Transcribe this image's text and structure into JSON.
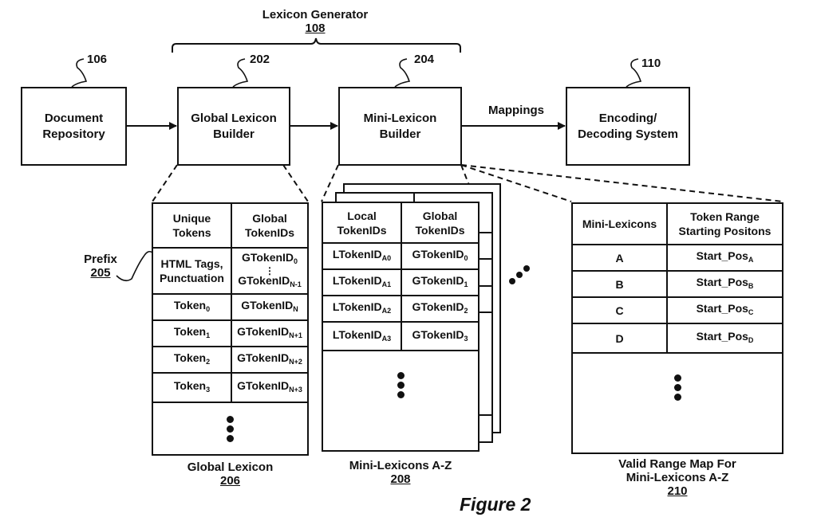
{
  "figure": {
    "caption": "Figure 2",
    "group": {
      "title": "Lexicon Generator",
      "ref": "108"
    },
    "blocks": {
      "document_repository": {
        "line1": "Document",
        "line2": "Repository",
        "ref": "106"
      },
      "global_lexicon_builder": {
        "line1": "Global Lexicon",
        "line2": "Builder",
        "ref": "202"
      },
      "mini_lexicon_builder": {
        "line1": "Mini-Lexicon",
        "line2": "Builder",
        "ref": "204"
      },
      "encoding_decoding_system": {
        "line1": "Encoding/",
        "line2": "Decoding System",
        "ref": "110"
      }
    },
    "arrows": {
      "mappings_label": "Mappings"
    },
    "prefix": {
      "label": "Prefix",
      "ref": "205"
    },
    "global_lexicon": {
      "caption": "Global Lexicon",
      "ref": "206",
      "headers": [
        {
          "l1": "Unique",
          "l2": "Tokens"
        },
        {
          "l1": "Global",
          "l2": "TokenIDs"
        }
      ],
      "prefix_row": {
        "token_l1": "HTML Tags,",
        "token_l2": "Punctuation",
        "id_first": "GTokenID",
        "id_first_sub": "0",
        "id_last": "GTokenID",
        "id_last_sub": "N-1"
      },
      "rows": [
        {
          "token": "Token",
          "token_sub": "0",
          "id": "GTokenID",
          "id_sub": "N"
        },
        {
          "token": "Token",
          "token_sub": "1",
          "id": "GTokenID",
          "id_sub": "N+1"
        },
        {
          "token": "Token",
          "token_sub": "2",
          "id": "GTokenID",
          "id_sub": "N+2"
        },
        {
          "token": "Token",
          "token_sub": "3",
          "id": "GTokenID",
          "id_sub": "N+3"
        }
      ]
    },
    "mini_lexicons": {
      "caption": "Mini-Lexicons A-Z",
      "ref": "208",
      "headers": [
        {
          "l1": "Local",
          "l2": "TokenIDs"
        },
        {
          "l1": "Global",
          "l2": "TokenIDs"
        }
      ],
      "rows": [
        {
          "local": "LTokenID",
          "local_sub": "A0",
          "global": "GTokenID",
          "global_sub": "0"
        },
        {
          "local": "LTokenID",
          "local_sub": "A1",
          "global": "GTokenID",
          "global_sub": "1"
        },
        {
          "local": "LTokenID",
          "local_sub": "A2",
          "global": "GTokenID",
          "global_sub": "2"
        },
        {
          "local": "LTokenID",
          "local_sub": "A3",
          "global": "GTokenID",
          "global_sub": "3"
        }
      ]
    },
    "valid_range_map": {
      "caption_l1": "Valid Range Map For",
      "caption_l2": "Mini-Lexicons A-Z",
      "ref": "210",
      "headers": [
        {
          "l1": "Mini-Lexicons",
          "l2": ""
        },
        {
          "l1": "Token Range",
          "l2": "Starting Positons"
        }
      ],
      "rows": [
        {
          "lexicon": "A",
          "pos": "Start_Pos",
          "pos_sub": "A"
        },
        {
          "lexicon": "B",
          "pos": "Start_Pos",
          "pos_sub": "B"
        },
        {
          "lexicon": "C",
          "pos": "Start_Pos",
          "pos_sub": "C"
        },
        {
          "lexicon": "D",
          "pos": "Start_Pos",
          "pos_sub": "D"
        }
      ]
    }
  }
}
